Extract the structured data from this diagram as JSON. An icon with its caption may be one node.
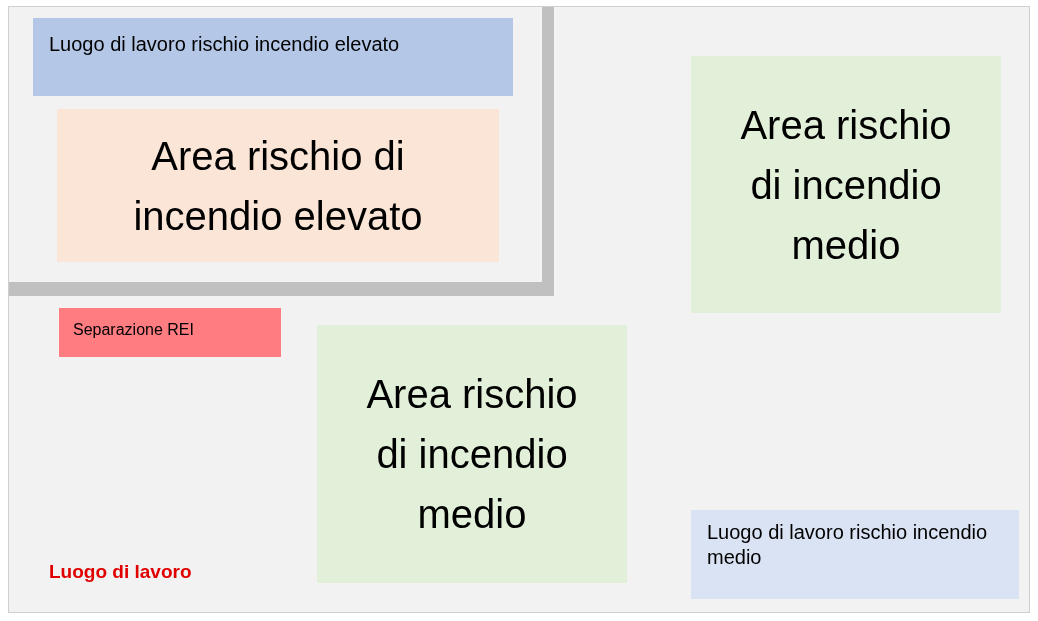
{
  "diagram": {
    "nodes": [
      {
        "text": [
          "Luogo di lavoro"
        ]
      },
      {
        "text": [],
        "shape": "box",
        "in": 0
      },
      {
        "text": [
          "Luogo di lavoro rischio incendio elevato"
        ],
        "in": 1
      },
      {
        "text": [
          "Area rischio di incendio elevato"
        ],
        "in": 1
      },
      {
        "text": [
          "Area rischio di incendio medio"
        ],
        "in": 0
      },
      {
        "text": [
          "Separazione REI"
        ],
        "in": 0
      },
      {
        "text": [
          "Area rischio di incendio medio"
        ],
        "in": 0
      },
      {
        "text": [
          "Luogo di lavoro rischio incendio medio"
        ],
        "in": 0
      }
    ],
    "edges": []
  }
}
